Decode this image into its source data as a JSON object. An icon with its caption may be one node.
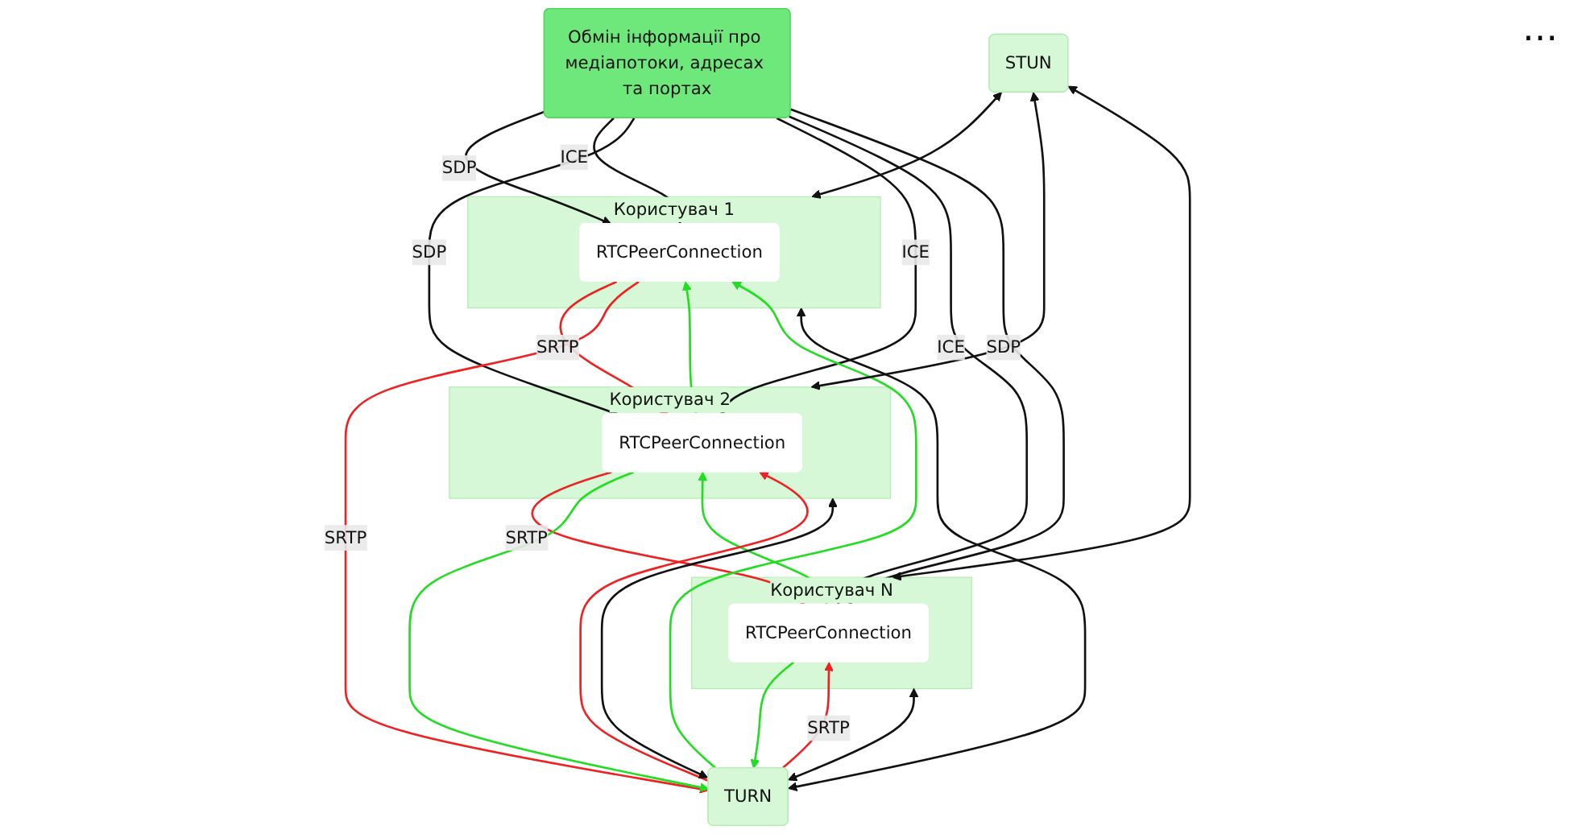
{
  "diagram": {
    "nodes": [
      {
        "text": [
          "Користувач 1"
        ]
      },
      {
        "text": [
          "Користувач 2"
        ]
      },
      {
        "text": [
          "Користувач N"
        ]
      },
      {
        "text": [
          "Обмін інформації про медіапотоки, адресах та портах"
        ]
      },
      {
        "text": [
          "RTCPeerConnection"
        ],
        "in": 0
      },
      {
        "text": [
          "RTCPeerConnection"
        ],
        "in": 1
      },
      {
        "text": [
          "RTCPeerConnection"
        ],
        "in": 2
      },
      {
        "text": [
          "STUN"
        ]
      },
      {
        "text": [
          "TURN"
        ]
      }
    ],
    "edges": [
      {
        "from": 3,
        "to": 4,
        "arrow": "to",
        "label": "SDP"
      },
      {
        "from": 3,
        "to": 4,
        "arrow": "to",
        "label": "ICE"
      },
      {
        "from": 3,
        "to": 5,
        "arrow": "to",
        "label": "SDP"
      },
      {
        "from": 3,
        "to": 5,
        "arrow": "to",
        "label": "ICE"
      },
      {
        "from": 3,
        "to": 6,
        "arrow": "to",
        "label": "ICE"
      },
      {
        "from": 3,
        "to": 6,
        "arrow": "to",
        "label": "SDP"
      },
      {
        "from": 4,
        "to": 5,
        "arrow": "to",
        "label": "SRTP",
        "color": "#ee2222"
      },
      {
        "from": 5,
        "to": 4,
        "arrow": "to",
        "color": "#22dd22"
      },
      {
        "from": 5,
        "to": 6,
        "arrow": "to",
        "label": "SRTP",
        "color": "#ee2222"
      },
      {
        "from": 6,
        "to": 5,
        "arrow": "to",
        "color": "#22dd22"
      },
      {
        "from": 7,
        "to": 0,
        "arrow": "both"
      },
      {
        "from": 7,
        "to": 1,
        "arrow": "both"
      },
      {
        "from": 7,
        "to": 2,
        "arrow": "both"
      },
      {
        "from": 8,
        "to": 0,
        "arrow": "both"
      },
      {
        "from": 8,
        "to": 1,
        "arrow": "both"
      },
      {
        "from": 8,
        "to": 2,
        "arrow": "both"
      },
      {
        "from": 4,
        "to": 8,
        "arrow": "to",
        "label": "SRTP",
        "color": "#ee2222"
      },
      {
        "from": 8,
        "to": 4,
        "arrow": "to",
        "color": "#22dd22"
      },
      {
        "from": 8,
        "to": 5,
        "arrow": "to",
        "color": "#ee2222"
      },
      {
        "from": 5,
        "to": 8,
        "arrow": "to",
        "color": "#22dd22"
      },
      {
        "from": 8,
        "to": 6,
        "arrow": "to",
        "label": "SRTP",
        "color": "#ee2222"
      },
      {
        "from": 6,
        "to": 8,
        "arrow": "to",
        "color": "#22dd22"
      }
    ],
    "labels": [
      "…"
    ]
  }
}
